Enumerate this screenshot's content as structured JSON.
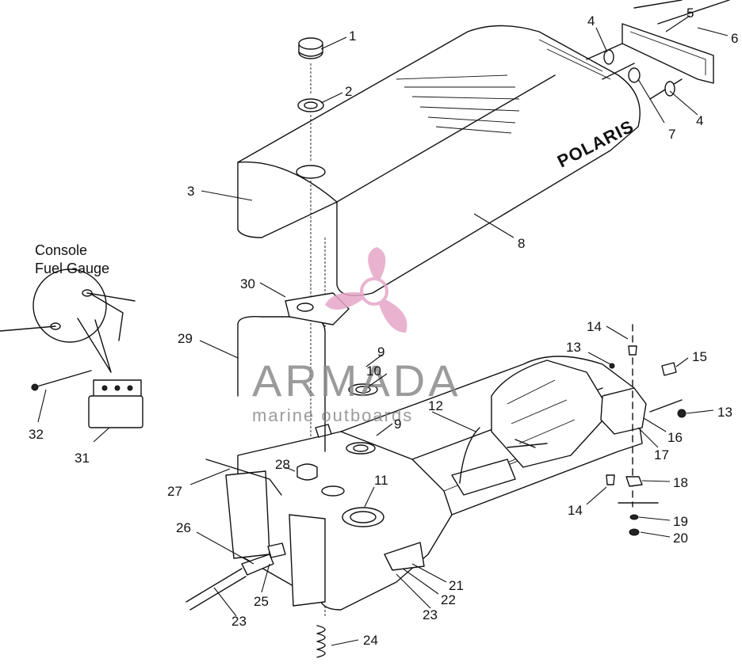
{
  "diagram": {
    "brand_on_seat": "POLARIS",
    "gauge_caption_line1": "Console",
    "gauge_caption_line2": "Fuel Gauge",
    "callouts": {
      "c1": "1",
      "c2": "2",
      "c3": "3",
      "c4a": "4",
      "c4b": "4",
      "c5": "5",
      "c6": "6",
      "c7": "7",
      "c8": "8",
      "c9a": "9",
      "c9b": "9",
      "c10": "10",
      "c11": "11",
      "c12": "12",
      "c13a": "13",
      "c13b": "13",
      "c14a": "14",
      "c14b": "14",
      "c15": "15",
      "c16": "16",
      "c17": "17",
      "c18": "18",
      "c19": "19",
      "c20": "20",
      "c21": "21",
      "c22": "22",
      "c23a": "23",
      "c23b": "23",
      "c24": "24",
      "c25": "25",
      "c26": "26",
      "c27": "27",
      "c28": "28",
      "c29": "29",
      "c30": "30",
      "c31": "31",
      "c32": "32"
    }
  },
  "watermark": {
    "title": "ARMADA",
    "subtitle": "marine outboards",
    "logo_color": "#e6a6c8",
    "text_color": "#8a8a8a"
  }
}
